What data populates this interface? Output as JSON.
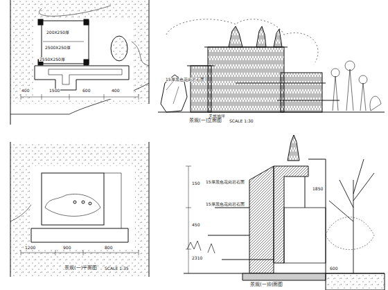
{
  "diagram": {
    "labels": [
      "200X250厚",
      "2500X250厚",
      "2550X250厚",
      "400",
      "1500",
      "600",
      "400",
      "15厚黑色花岗岩石面",
      "天然地坪",
      "景观(一)立面图",
      "SCALE 1:30",
      "1200",
      "900",
      "800",
      "景观(一)平面图",
      "SCALE 1:35",
      "15厚黑色花岗岩石面",
      "15厚黑色花岗岩石面",
      "150",
      "450",
      "2310",
      "1850",
      "600",
      "景观(一)剖面图"
    ]
  }
}
